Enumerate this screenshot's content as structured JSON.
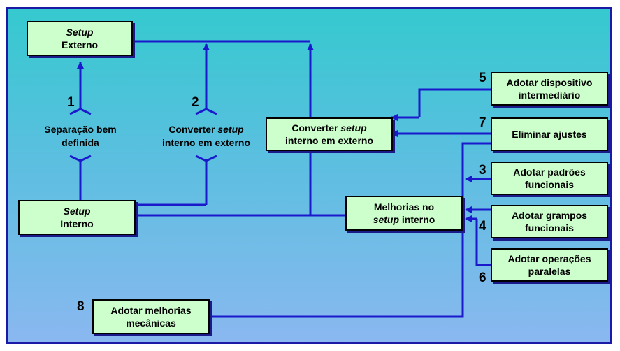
{
  "boxes": {
    "setup_externo": {
      "l1": "Setup",
      "l2": "Externo"
    },
    "setup_interno": {
      "l1": "Setup",
      "l2": "Interno"
    },
    "converter": {
      "l1a": "Converter ",
      "l1b": "setup",
      "l2": "interno em externo"
    },
    "melhorias": {
      "l1": "Melhorias no",
      "l2a": "setup",
      "l2b": " interno"
    },
    "adotar_dispositivo": {
      "l1": "Adotar dispositivo",
      "l2": "intermediário"
    },
    "eliminar_ajustes": {
      "l1": "Eliminar ajustes"
    },
    "adotar_padroes": {
      "l1": "Adotar padrões",
      "l2": "funcionais"
    },
    "adotar_grampos": {
      "l1": "Adotar grampos",
      "l2": "funcionais"
    },
    "adotar_operacoes": {
      "l1": "Adotar operações",
      "l2": "paralelas"
    },
    "adotar_melhorias": {
      "l1": "Adotar melhorias",
      "l2": "mecânicas"
    }
  },
  "labels": {
    "separacao": {
      "l1": "Separação bem",
      "l2": "definida"
    },
    "converter_path": {
      "l1a": "Converter ",
      "l1b": "setup",
      "l2": "interno em externo"
    }
  },
  "numbers": {
    "n1": "1",
    "n2": "2",
    "n3": "3",
    "n4": "4",
    "n5": "5",
    "n6": "6",
    "n7": "7",
    "n8": "8"
  },
  "colors": {
    "line": "#1a1acc",
    "box_fill": "#ccffcc",
    "border": "#1a1aa6"
  }
}
